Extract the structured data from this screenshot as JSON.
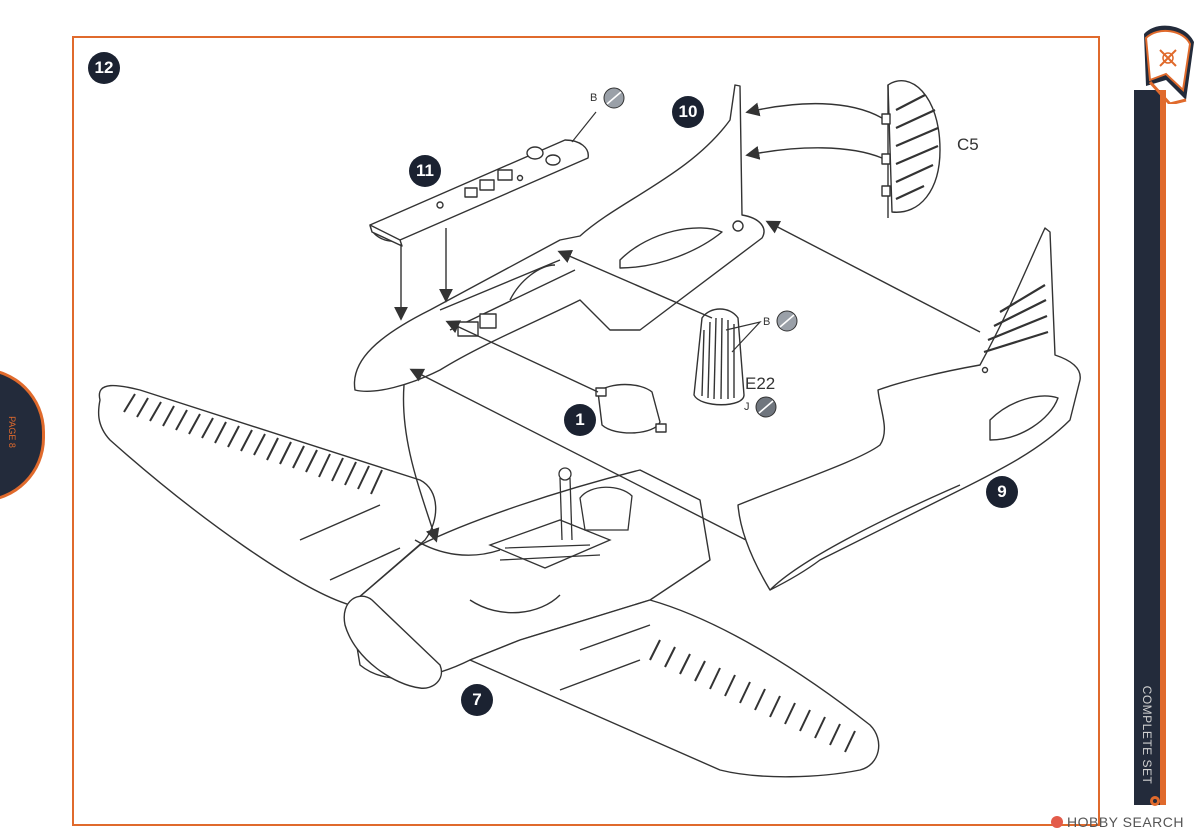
{
  "steps": {
    "main": "12",
    "canopy_deck": "11",
    "rudder": "10",
    "bulkhead": "1",
    "fuselage_right": "9",
    "wing": "7"
  },
  "parts": {
    "rudder": "C5",
    "headrest": "E22"
  },
  "paint_codes": {
    "deck": "B",
    "headrest_top": "B",
    "headrest_bottom": "J"
  },
  "page_tab": "PAGE 8",
  "side_strip": "COMPLETE SET",
  "watermark": "HOBBY SEARCH",
  "colors": {
    "accent": "#e06a2c",
    "navy": "#232b3b",
    "callout": "#1b2231",
    "line": "#333333",
    "paint_b": "#9aa0a8",
    "paint_j": "#6f757d"
  }
}
